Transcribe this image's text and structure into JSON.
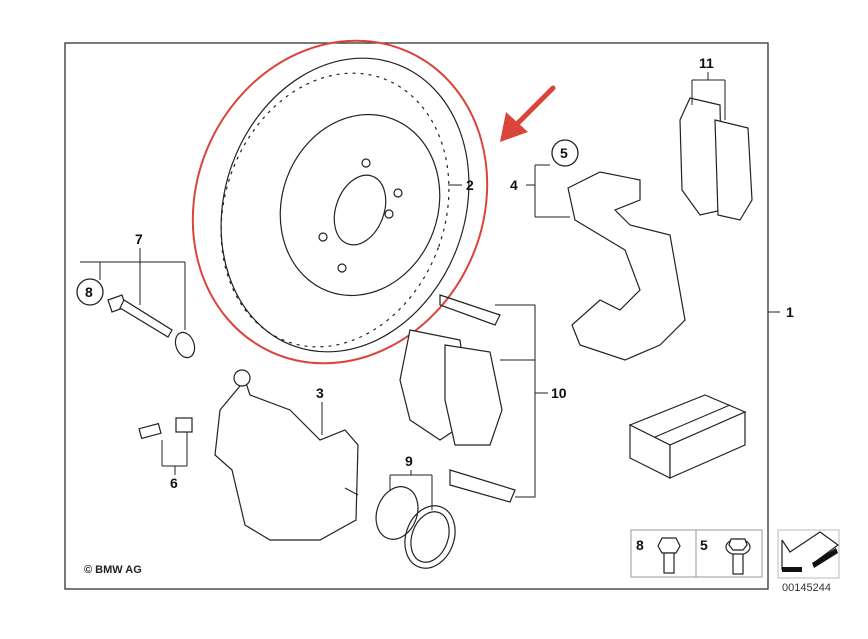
{
  "callouts": {
    "c1": "1",
    "c2": "2",
    "c3": "3",
    "c4": "4",
    "c5": "5",
    "c6": "6",
    "c7": "7",
    "c8": "8",
    "c9": "9",
    "c10": "10",
    "c11": "11"
  },
  "legend": {
    "bolt_a": "8",
    "bolt_b": "5"
  },
  "copyright": "© BMW AG",
  "diagram_number": "00145244",
  "colors": {
    "highlight": "#d9453a",
    "line": "#222222"
  }
}
